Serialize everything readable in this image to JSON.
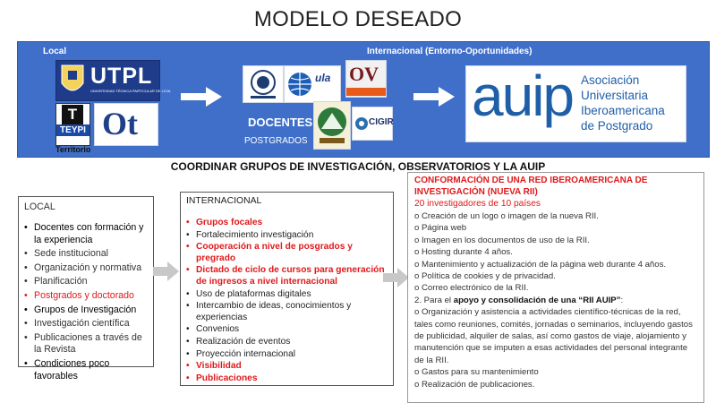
{
  "title": "MODELO DESEADO",
  "banner": {
    "local_label": "Local",
    "international_label": "Internacional  (Entorno-Oportunidades)",
    "utpl": {
      "text": "UTPL",
      "subtext": "UNIVERSIDAD TÉCNICA PARTICULAR DE LOJA"
    },
    "teypi": {
      "letter": "T",
      "text": "TEYPI",
      "caption": "Territorio"
    },
    "ot": {
      "text": "Ot"
    },
    "docentes": "DOCENTES",
    "postgrados": "POSTGRADOS",
    "ula": {
      "text": "ula"
    },
    "ov": {
      "text": "OV"
    },
    "cigir": {
      "text": "CIGIR"
    },
    "auip": {
      "mark": "auip",
      "line1": "Asociación",
      "line2": "Universitaria",
      "line3": "Iberoamericana",
      "line4": "de Postgrado"
    }
  },
  "heading": "COORDINAR GRUPOS DE INVESTIGACIÓN, OBSERVATORIOS Y LA AUIP",
  "local": {
    "title": "LOCAL",
    "items": [
      {
        "text": "Docentes con formación y la experiencia",
        "style": "dark"
      },
      {
        "text": "Sede institucional",
        "style": ""
      },
      {
        "text": "Organización y normativa",
        "style": ""
      },
      {
        "text": "Planificación",
        "style": ""
      },
      {
        "text": "Postgrados y doctorado",
        "style": "red"
      },
      {
        "text": "Grupos de Investigación",
        "style": "dark"
      },
      {
        "text": "Investigación científica",
        "style": ""
      },
      {
        "text": "Publicaciones a través de la Revista",
        "style": ""
      },
      {
        "text": "Condiciones poco favorables",
        "style": "dark"
      }
    ]
  },
  "internacional": {
    "title": "INTERNACIONAL",
    "items": [
      {
        "text": "Grupos focales",
        "style": "red bold"
      },
      {
        "text": "Fortalecimiento investigación",
        "style": ""
      },
      {
        "text": "Cooperación  a nivel de posgrados  y pregrado",
        "style": "red bold"
      },
      {
        "text": "Dictado de ciclo de cursos para generación de ingresos a nivel internacional",
        "style": "red bold"
      },
      {
        "text": "Uso de plataformas digitales",
        "style": ""
      },
      {
        "text": "Intercambio de ideas, conocimientos y experiencias",
        "style": ""
      },
      {
        "text": "Convenios",
        "style": ""
      },
      {
        "text": "Realización de eventos",
        "style": ""
      },
      {
        "text": "Proyección internacional",
        "style": ""
      },
      {
        "text": "Visibilidad",
        "style": "red bold"
      },
      {
        "text": "Publicaciones",
        "style": "red bold"
      }
    ]
  },
  "red": {
    "title": "CONFORMACIÓN DE UNA RED IBEROAMERICANA DE INVESTIGACIÓN (NUEVA RII)",
    "subtitle": "20 investigadores de 10 países",
    "lines": [
      "o Creación de un logo o imagen de la nueva RII.",
      "o Página web",
      "o Imagen en los documentos de uso de la RII.",
      "o Hosting durante 4 años.",
      "o Mantenimiento y actualización de la página web durante 4 años.",
      "o Política de cookies y de privacidad.",
      "o Correo electrónico de la RII."
    ],
    "point2_prefix": "2. Para el ",
    "point2_bold": "apoyo y consolidación de una “RII AUIP”",
    "point2_suffix": ":",
    "lines2": [
      "o Organización y asistencia a actividades científico-técnicas de la red, tales como reuniones, comités, jornadas o seminarios, incluyendo gastos de publicidad, alquiler de salas, así como gastos de viaje, alojamiento y manutención que se imputen a esas actividades del personal integrante de la RII.",
      "o Gastos para su mantenimiento",
      "o Realización de publicaciones."
    ]
  }
}
